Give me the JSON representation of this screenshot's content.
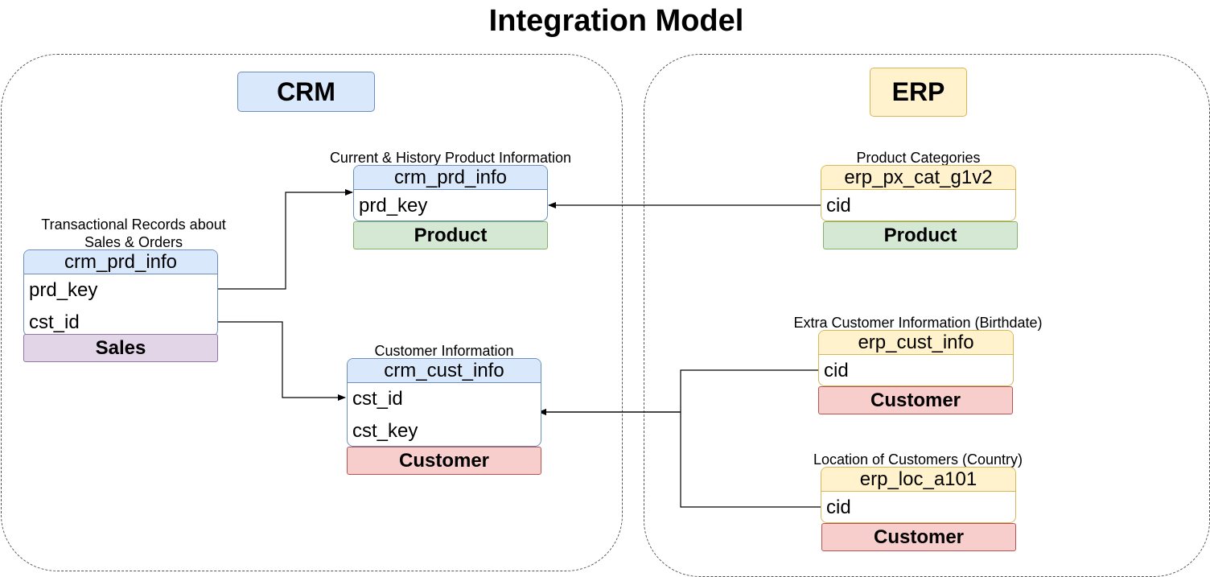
{
  "title": "Integration Model",
  "groups": {
    "crm": {
      "label": "CRM"
    },
    "erp": {
      "label": "ERP"
    }
  },
  "tables": {
    "crm_prd_info": {
      "caption": "Current & History Product Information",
      "name": "crm_prd_info",
      "fields": [
        "prd_key"
      ],
      "badge": "Product"
    },
    "crm_sales": {
      "caption": "Transactional Records about Sales & Orders",
      "name": "crm_prd_info",
      "fields": [
        "prd_key",
        "cst_id"
      ],
      "badge": "Sales"
    },
    "crm_cust_info": {
      "caption": "Customer Information",
      "name": "crm_cust_info",
      "fields": [
        "cst_id",
        "cst_key"
      ],
      "badge": "Customer"
    },
    "erp_px_cat_g1v2": {
      "caption": "Product Categories",
      "name": "erp_px_cat_g1v2",
      "fields": [
        "cid"
      ],
      "badge": "Product"
    },
    "erp_cust_info": {
      "caption": "Extra Customer Information (Birthdate)",
      "name": "erp_cust_info",
      "fields": [
        "cid"
      ],
      "badge": "Customer"
    },
    "erp_loc_a101": {
      "caption": "Location of Customers (Country)",
      "name": "erp_loc_a101",
      "fields": [
        "cid"
      ],
      "badge": "Customer"
    }
  },
  "colors": {
    "blue_fill": "#dae8fc",
    "blue_stroke": "#6c8ebf",
    "yellow_fill": "#fff2cc",
    "yellow_stroke": "#d6b656",
    "green_fill": "#d5e8d4",
    "red_fill": "#f8cecc",
    "purple_fill": "#e1d5e7"
  }
}
